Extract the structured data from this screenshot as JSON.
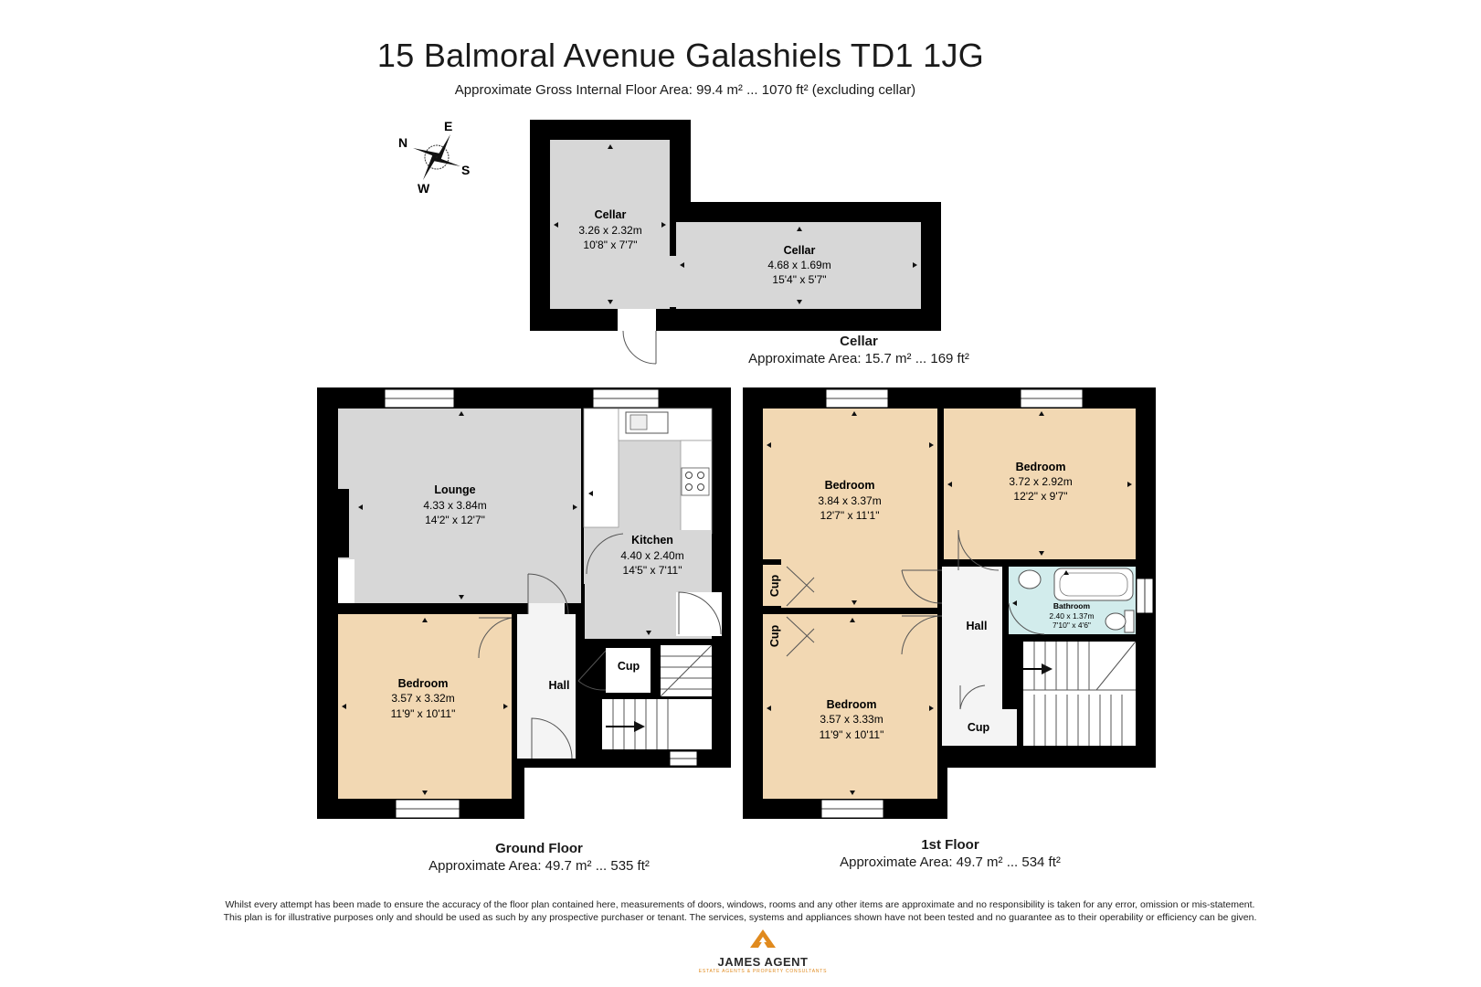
{
  "header": {
    "title": "15 Balmoral Avenue Galashiels TD1 1JG",
    "subtitle": "Approximate Gross Internal Floor Area: 99.4 m² ... 1070 ft² (excluding cellar)"
  },
  "compass": {
    "n": "N",
    "e": "E",
    "s": "S",
    "w": "W"
  },
  "cellar_floor": {
    "name": "Cellar",
    "area": "Approximate Area: 15.7 m² ... 169 ft²",
    "rooms": [
      {
        "name": "Cellar",
        "metric": "3.26 x 2.32m",
        "imperial": "10'8\" x 7'7\""
      },
      {
        "name": "Cellar",
        "metric": "4.68 x 1.69m",
        "imperial": "15'4\" x 5'7\""
      }
    ]
  },
  "ground_floor": {
    "name": "Ground Floor",
    "area": "Approximate Area: 49.7 m² ... 535 ft²",
    "lounge": {
      "name": "Lounge",
      "metric": "4.33 x 3.84m",
      "imperial": "14'2\" x 12'7\""
    },
    "kitchen": {
      "name": "Kitchen",
      "metric": "4.40 x 2.40m",
      "imperial": "14'5\" x 7'11\""
    },
    "bedroom": {
      "name": "Bedroom",
      "metric": "3.57 x 3.32m",
      "imperial": "11'9\" x 10'11\""
    },
    "hall": "Hall",
    "cup": "Cup"
  },
  "first_floor": {
    "name": "1st Floor",
    "area": "Approximate Area: 49.7 m² ... 534 ft²",
    "bedroom_nw": {
      "name": "Bedroom",
      "metric": "3.84 x 3.37m",
      "imperial": "12'7\" x 11'1\""
    },
    "bedroom_ne": {
      "name": "Bedroom",
      "metric": "3.72 x 2.92m",
      "imperial": "12'2\" x 9'7\""
    },
    "bedroom_s": {
      "name": "Bedroom",
      "metric": "3.57 x 3.33m",
      "imperial": "11'9\" x 10'11\""
    },
    "bathroom": {
      "name": "Bathroom",
      "metric": "2.40 x 1.37m",
      "imperial": "7'10\" x 4'6\""
    },
    "hall": "Hall",
    "cup_1": "Cup",
    "cup_2": "Cup",
    "cup_3": "Cup"
  },
  "disclaimer": {
    "line1": "Whilst every attempt has been made to ensure the accuracy of the floor plan contained here, measurements of doors, windows, rooms and any other items are approximate and no responsibility is taken for any error, omission or mis-statement.",
    "line2": "This plan is for illustrative purposes only and should be used as such by any prospective purchaser or tenant. The services, systems and appliances shown have not been tested and no guarantee as to their operability or efficiency can be given."
  },
  "logo": {
    "name": "JAMES AGENT",
    "tagline": "ESTATE AGENTS & PROPERTY CONSULTANTS"
  },
  "colors": {
    "wall": "#000000",
    "grey_room": "#d7d7d7",
    "bedroom": "#f2d8b3",
    "bathroom": "#d2ecec",
    "hall": "#f4f4f4"
  }
}
